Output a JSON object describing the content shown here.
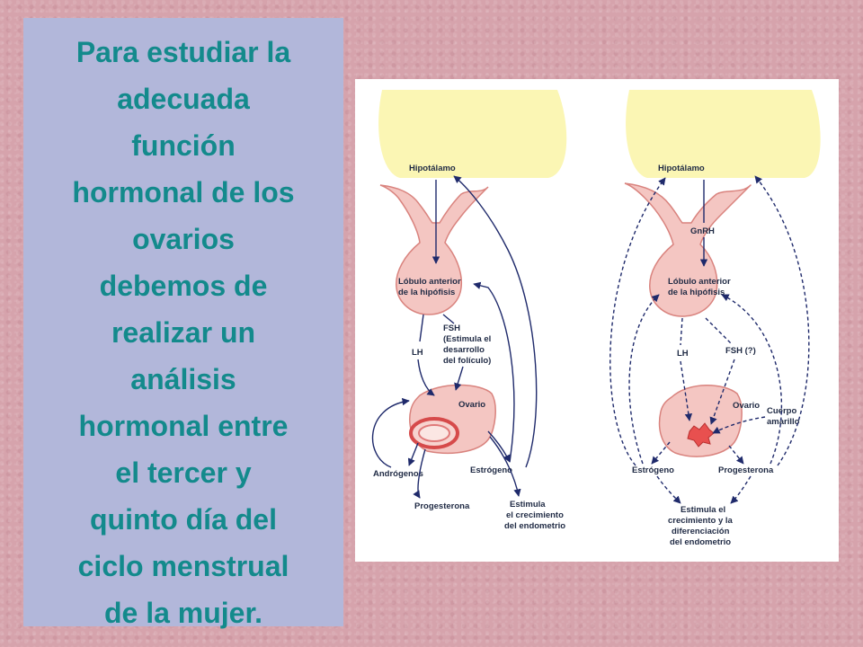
{
  "panel": {
    "lines": [
      "Para estudiar la",
      "adecuada",
      "función",
      "hormonal de los",
      "ovarios",
      "debemos de",
      "realizar un",
      "análisis",
      "hormonal entre",
      "el tercer y",
      "quinto día del",
      "ciclo menstrual",
      "de la mujer."
    ],
    "text_color": "#138a8c",
    "background": "#b2b7da"
  },
  "diagram_left": {
    "hipotalamo": "Hipotálamo",
    "lobulo_1": "Lóbulo anterior",
    "lobulo_2": "de la hipófisis",
    "lh": "LH",
    "fsh_1": "FSH",
    "fsh_2": "(Estimula el",
    "fsh_3": "desarrollo",
    "fsh_4": "del folículo)",
    "ovario": "Ovario",
    "androgenos": "Andrógenos",
    "estrogeno": "Estrógeno",
    "progesterona": "Progesterona",
    "estimula_1": "Estimula",
    "estimula_2": "el crecimiento",
    "estimula_3": "del endometrio"
  },
  "diagram_right": {
    "hipotalamo": "Hipotálamo",
    "gnrh": "GnRH",
    "lobulo_1": "Lóbulo anterior",
    "lobulo_2": "de la hipófisis",
    "lh": "LH",
    "fsh": "FSH (?)",
    "ovario": "Ovario",
    "cuerpo_1": "Cuerpo",
    "cuerpo_2": "amarillo",
    "estrogeno": "Estrógeno",
    "progesterona": "Progesterona",
    "estimula_1": "Estimula el",
    "estimula_2": "crecimiento y la",
    "estimula_3": "diferenciación",
    "estimula_4": "del endometrio"
  },
  "colors": {
    "hypothalamus": "#fbf6b4",
    "tissue": "#f4c6c2",
    "tissue_edge": "#d9837e",
    "arrow": "#1f2a6b",
    "background": "#d6a3ac"
  }
}
